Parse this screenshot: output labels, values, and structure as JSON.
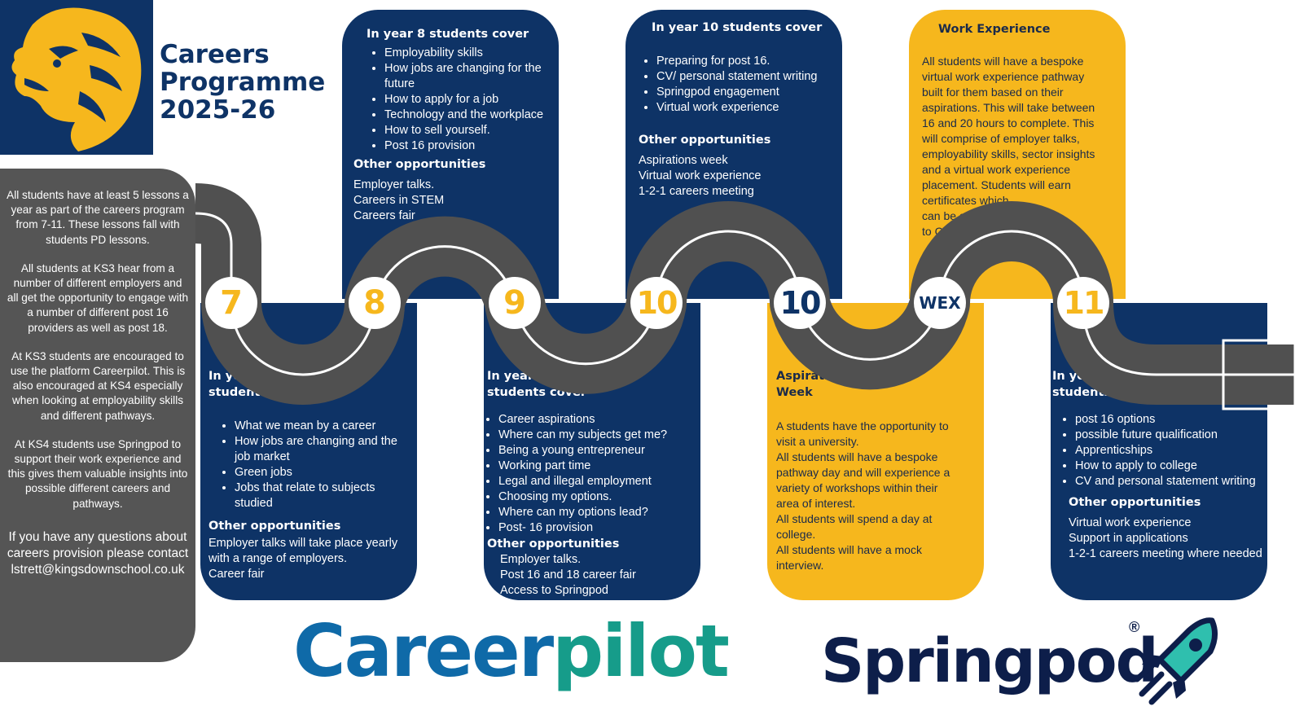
{
  "header": {
    "title_lines": [
      "Careers",
      "Programme",
      "2025-26"
    ],
    "logo_icon": "lion-head-icon"
  },
  "sidebar": {
    "paragraphs": [
      "All students have at least 5 lessons a year as part of the careers program from 7-11. These lessons fall with students PD lessons.",
      "All students at KS3 hear from a number of different employers and all get the opportunity to engage with a number of different post 16 providers as well as post 18.",
      "At KS3 students are encouraged to use the platform Careerpilot. This is also encouraged at KS4 especially when looking at employability skills and different pathways.",
      "At KS4 students use Springpod to support their work experience and this gives them valuable insights into possible different careers and pathways."
    ],
    "contact": "If you have any questions about careers provision please contact lstrett@kingsdownschool.co.uk"
  },
  "milestones": [
    "7",
    "8",
    "9",
    "10",
    "10",
    "WEX",
    "11"
  ],
  "year7": {
    "heading_lines": [
      "In year 7",
      "students cover"
    ],
    "items": [
      "What we mean by a career",
      "How jobs are changing and the job market",
      "Green jobs",
      "Jobs that relate to subjects studied"
    ],
    "other_heading": "Other opportunities",
    "other_lines": [
      "Employer talks will take place yearly",
      "with a range of employers.",
      "Career fair"
    ]
  },
  "year8": {
    "heading": "In year 8 students cover",
    "items": [
      "Employability skills",
      "How jobs are changing for the future",
      "How to apply for a job",
      "Technology and the workplace",
      "How to sell yourself.",
      "Post 16 provision"
    ],
    "other_heading": "Other opportunities",
    "other_lines": [
      "Employer talks.",
      "Careers in STEM",
      "Careers fair"
    ]
  },
  "year9": {
    "heading_lines": [
      "In year 9",
      "students cover"
    ],
    "items": [
      "Career aspirations",
      "Where can my subjects get me?",
      "Being a young entrepreneur",
      "Working part time",
      "Legal and illegal employment",
      "Choosing my options.",
      "Where can my options lead?",
      "Post- 16 provision"
    ],
    "other_heading": "Other opportunities",
    "other_lines": [
      "Employer talks.",
      "Post 16 and 18 career fair",
      "Access to Springpod"
    ]
  },
  "year10": {
    "heading": "In year 10 students cover",
    "items": [
      "Preparing for post 16.",
      "CV/ personal statement writing",
      "Springpod engagement",
      "Virtual work experience"
    ],
    "other_heading": "Other opportunities",
    "other_lines": [
      "Aspirations week",
      "Virtual work experience",
      "1-2-1 careers meeting"
    ]
  },
  "aspirations": {
    "heading_lines": [
      "Aspirations",
      "Week"
    ],
    "lines": [
      "A students have the opportunity to",
      "visit a university.",
      "All students will have a bespoke",
      "pathway day and will experience a",
      "variety of workshops within their",
      "area of interest.",
      "All students will spend a day at",
      "college.",
      "All students will have a mock",
      "interview."
    ]
  },
  "work_experience": {
    "heading": "Work Experience",
    "lines": [
      "All students will have a bespoke",
      "virtual work experience pathway",
      "built for them based on their",
      "aspirations. This will take between",
      "16 and 20 hours to complete. This",
      "will comprise of employer talks,",
      "employability skills, sector insights",
      "and a virtual work experience",
      "placement. Students will earn",
      "certificates which",
      "can be added",
      "to CVs."
    ]
  },
  "year11": {
    "heading_lines": [
      "In year 11",
      "students cover"
    ],
    "items": [
      "post 16 options",
      "possible future qualification",
      "Apprenticships",
      "How to apply to college",
      "CV and personal statement writing"
    ],
    "other_heading": "Other opportunities",
    "other_lines": [
      "Virtual work experience",
      "Support in applications",
      "1-2-1 careers meeting where needed"
    ]
  },
  "logos": {
    "careerpilot_a": "Career",
    "careerpilot_b": "pilot",
    "springpod": "Springpod",
    "springpod_reg": "®",
    "rocket_icon": "rocket-icon"
  },
  "colors": {
    "navy": "#0e3366",
    "gold": "#f6b71d",
    "road": "#505050",
    "grey_panel": "#555555"
  }
}
